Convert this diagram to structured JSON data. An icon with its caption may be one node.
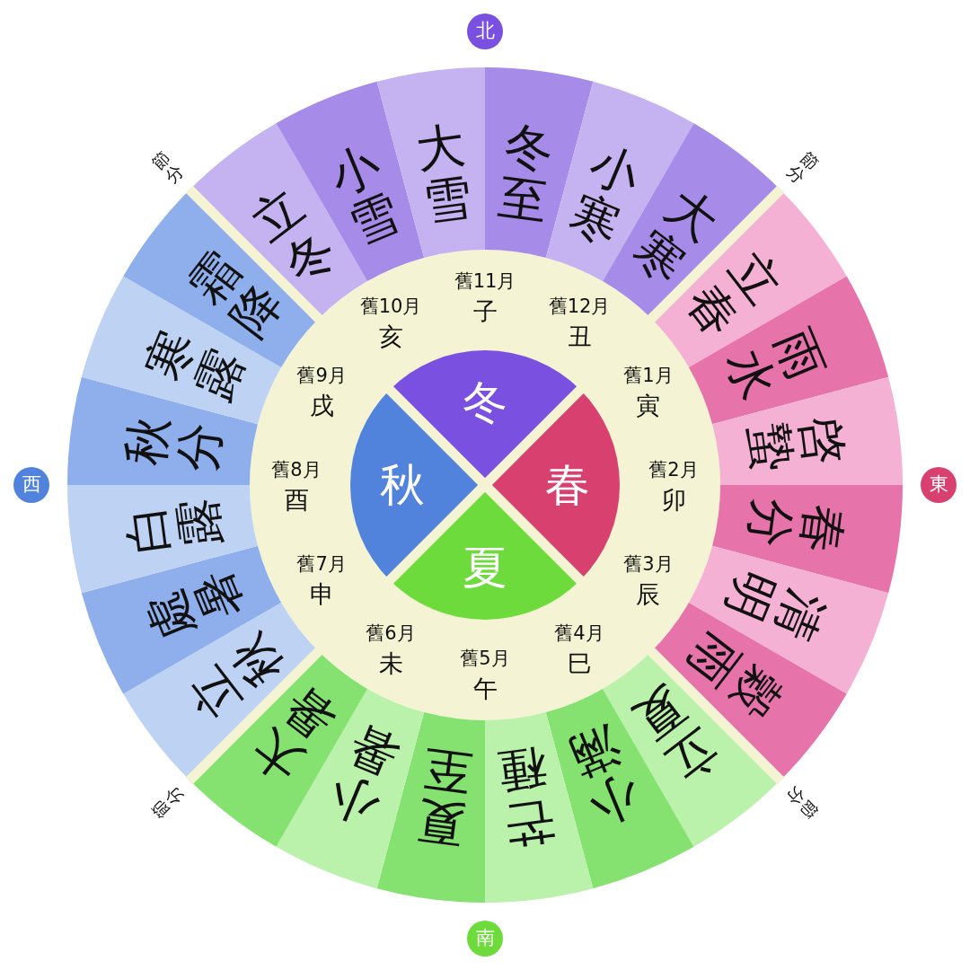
{
  "diagram": {
    "nodes": [
      {
        "text": [
          "冬"
        ]
      },
      {
        "text": [
          "春"
        ]
      },
      {
        "text": [
          "夏"
        ]
      },
      {
        "text": [
          "秋"
        ]
      },
      {
        "text": [
          "立冬"
        ]
      },
      {
        "text": [
          "小雪"
        ]
      },
      {
        "text": [
          "大雪"
        ]
      },
      {
        "text": [
          "冬至"
        ]
      },
      {
        "text": [
          "小寒"
        ]
      },
      {
        "text": [
          "大寒"
        ]
      },
      {
        "text": [
          "立春"
        ]
      },
      {
        "text": [
          "雨水"
        ]
      },
      {
        "text": [
          "啓蟄"
        ]
      },
      {
        "text": [
          "春分"
        ]
      },
      {
        "text": [
          "清明"
        ]
      },
      {
        "text": [
          "穀雨"
        ]
      },
      {
        "text": [
          "立夏"
        ]
      },
      {
        "text": [
          "小滿"
        ]
      },
      {
        "text": [
          "芒種"
        ]
      },
      {
        "text": [
          "夏至"
        ]
      },
      {
        "text": [
          "小暑"
        ]
      },
      {
        "text": [
          "大暑"
        ]
      },
      {
        "text": [
          "立秋"
        ]
      },
      {
        "text": [
          "處暑"
        ]
      },
      {
        "text": [
          "白露"
        ]
      },
      {
        "text": [
          "秋分"
        ]
      },
      {
        "text": [
          "寒露"
        ]
      },
      {
        "text": [
          "霜降"
        ]
      },
      {
        "text": [
          "北"
        ]
      },
      {
        "text": [
          "東"
        ]
      },
      {
        "text": [
          "南"
        ]
      },
      {
        "text": [
          "西"
        ]
      }
    ],
    "labels": [
      "舊11月",
      "子",
      "舊12月",
      "丑",
      "舊1月",
      "寅",
      "舊2月",
      "卯",
      "舊3月",
      "辰",
      "舊4月",
      "巳",
      "舊5月",
      "午",
      "舊6月",
      "未",
      "舊7月",
      "申",
      "舊8月",
      "酉",
      "舊9月",
      "戌",
      "舊10月",
      "亥",
      "節分",
      "節分",
      "節分",
      "節分"
    ]
  }
}
